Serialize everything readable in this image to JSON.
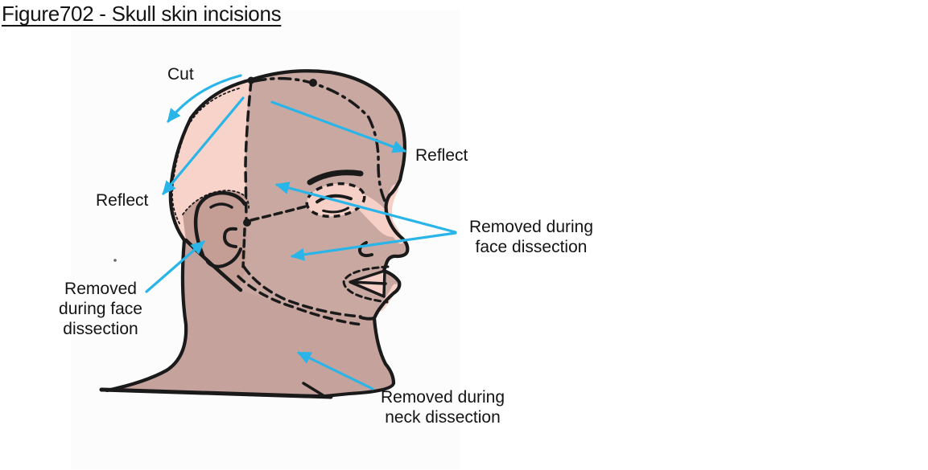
{
  "title": "Figure702 - Skull skin incisions",
  "labels": {
    "cut": "Cut",
    "reflect_left": "Reflect",
    "reflect_right": "Reflect",
    "removed_face_left": "Removed\nduring face\ndissection",
    "removed_face_right": "Removed during\nface dissection",
    "removed_neck": "Removed during\nneck dissection"
  },
  "colors": {
    "arrow": "#29b5e8",
    "ink": "#1a1a1a",
    "face": "#c9a8a1",
    "scalp": "#f8d3ca",
    "neck": "#c5a29b",
    "ear_patch": "#c49d95",
    "light_band": "#f6d0c7"
  },
  "figure": {
    "subject": "human head, right-facing profile",
    "line_style": "dashed lines mark skin incisions"
  }
}
